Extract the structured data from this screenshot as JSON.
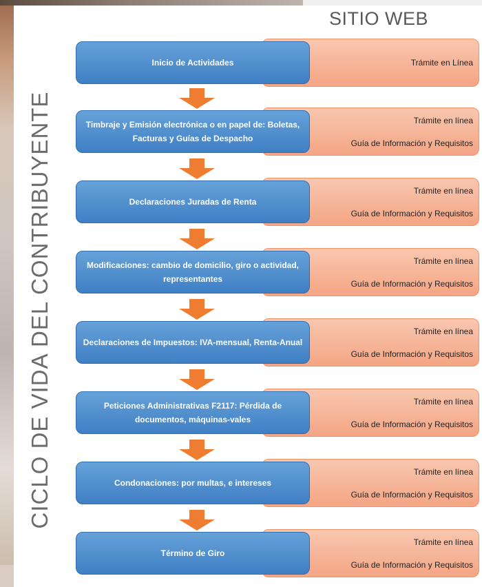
{
  "header": {
    "sitio_web": "SITIO WEB"
  },
  "side_title": "CICLO DE VIDA DEL CONTRIBUYENTE",
  "colors": {
    "blue": "#4a8ad0",
    "orange_box": "#f4a584",
    "arrow": "#ee7d31"
  },
  "steps": [
    {
      "title": "Inicio de Actividades",
      "links": [
        "Trámite en Línea"
      ]
    },
    {
      "title": "Timbraje y Emisión electrónica o en papel de: Boletas, Facturas y Guías de Despacho",
      "links": [
        "Trámite en línea",
        "Guía de Información y Requisitos"
      ]
    },
    {
      "title": "Declaraciones Juradas de Renta",
      "links": [
        "Trámite en línea",
        "Guía de Información y Requisitos"
      ]
    },
    {
      "title": "Modificaciones: cambio de domicilio, giro o actividad, representantes",
      "links": [
        "Trámite en línea",
        "Guía de Información y Requisitos"
      ]
    },
    {
      "title": "Declaraciones de Impuestos: IVA-mensual, Renta-Anual",
      "links": [
        "Trámite en línea",
        "Guía de Información y Requisitos"
      ]
    },
    {
      "title": "Peticiones Administrativas F2117: Pérdida de documentos, máquinas-vales",
      "links": [
        "Trámite en línea",
        "Guía de Información y Requisitos"
      ]
    },
    {
      "title": "Condonaciones: por multas, e intereses",
      "links": [
        "Trámite en línea",
        "Guía de Información y Requisitos"
      ]
    },
    {
      "title": "Término de Giro",
      "links": [
        "Trámite en línea",
        "Guía de Información y Requisitos"
      ]
    }
  ]
}
